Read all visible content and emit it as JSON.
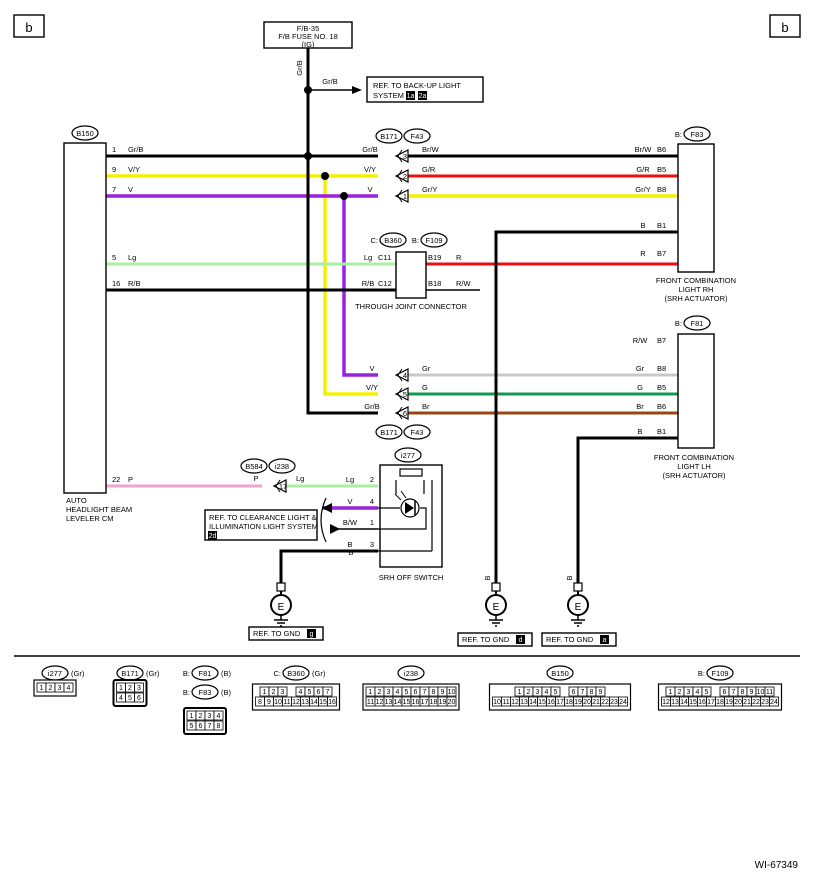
{
  "page_labels": {
    "left": "b",
    "right": "b",
    "footer_id": "WI-67349"
  },
  "fuse": {
    "line1": "F/B-35",
    "line2": "F/B FUSE NO. 18",
    "line3": "(IG)",
    "wire": "Gr/B"
  },
  "backup_ref": {
    "wire": "Gr/B",
    "line1": "REF. TO BACK-UP LIGHT",
    "line2": "SYSTEM",
    "tag1": "1a",
    "tag2": "2a"
  },
  "cm": {
    "connector": "B150",
    "label": [
      "AUTO",
      "HEADLIGHT BEAM",
      "LEVELER CM"
    ],
    "pins": [
      {
        "pin": "1",
        "wire": "Gr/B"
      },
      {
        "pin": "9",
        "wire": "V/Y"
      },
      {
        "pin": "7",
        "wire": "V"
      },
      {
        "pin": "5",
        "wire": "Lg"
      },
      {
        "pin": "16",
        "wire": "R/B"
      },
      {
        "pin": "22",
        "wire": "P"
      }
    ]
  },
  "joint_top": {
    "conn_b": "B171",
    "conn_f": "F43",
    "rows": [
      {
        "left": "Gr/B",
        "pin": "3",
        "right": "Br/W"
      },
      {
        "left": "V/Y",
        "pin": "2",
        "right": "G/R"
      },
      {
        "left": "V",
        "pin": "1",
        "right": "Gr/Y"
      }
    ]
  },
  "joint_bottom": {
    "conn_b": "B171",
    "conn_f": "F43",
    "rows": [
      {
        "left": "V",
        "pin": "4",
        "right": "Gr"
      },
      {
        "left": "V/Y",
        "pin": "5",
        "right": "G"
      },
      {
        "left": "Gr/B",
        "pin": "6",
        "right": "Br"
      }
    ]
  },
  "through_joint": {
    "prefix_c": "C:",
    "conn_c": "B360",
    "prefix_b": "B:",
    "conn_b": "F109",
    "label": "THROUGH JOINT CONNECTOR",
    "rows": [
      {
        "left": "Lg",
        "cpin": "C11",
        "bpin": "B19",
        "right": "R"
      },
      {
        "left": "R/B",
        "cpin": "C12",
        "bpin": "B18",
        "right": "R/W"
      }
    ]
  },
  "rh": {
    "prefix": "B:",
    "connector": "F83",
    "label": [
      "FRONT COMBINATION",
      "LIGHT RH",
      "(SRH ACTUATOR)"
    ],
    "pins": [
      {
        "wire": "Br/W",
        "pin": "B6"
      },
      {
        "wire": "G/R",
        "pin": "B5"
      },
      {
        "wire": "Gr/Y",
        "pin": "B8"
      },
      {
        "wire": "B",
        "pin": "B1"
      },
      {
        "wire": "R",
        "pin": "B7"
      }
    ]
  },
  "lh": {
    "prefix": "B:",
    "connector": "F81",
    "label": [
      "FRONT COMBINATION",
      "LIGHT LH",
      "(SRH ACTUATOR)"
    ],
    "pins": [
      {
        "wire": "R/W",
        "pin": "B7"
      },
      {
        "wire": "Gr",
        "pin": "B8"
      },
      {
        "wire": "G",
        "pin": "B5"
      },
      {
        "wire": "Br",
        "pin": "B6"
      },
      {
        "wire": "B",
        "pin": "B1"
      }
    ]
  },
  "pconn": {
    "conn_a": "B584",
    "conn_b": "i238",
    "pin": "17",
    "left": "P",
    "right": "Lg"
  },
  "switch": {
    "connector": "i277",
    "label": "SRH OFF SWITCH",
    "pins": [
      {
        "wire": "Lg",
        "pin": "2"
      },
      {
        "wire": "V",
        "pin": "4"
      },
      {
        "wire": "B/W",
        "pin": "1"
      },
      {
        "wire": "B",
        "pin": "3"
      }
    ]
  },
  "clearance_ref": {
    "line1": "REF. TO CLEARANCE LIGHT &",
    "line2": "ILLUMINATION LIGHT SYSTEM",
    "tag": "2d"
  },
  "grounds": [
    {
      "symbol": "E",
      "wire": "B",
      "ref": "REF. TO GND",
      "tag": "g"
    },
    {
      "symbol": "E",
      "wire": "B",
      "ref": "REF. TO GND",
      "tag": "d"
    },
    {
      "symbol": "E",
      "wire": "B",
      "ref": "REF. TO GND",
      "tag": "a"
    }
  ],
  "legend": [
    {
      "prefix": "",
      "name": "i277",
      "suffix": "(Gr)",
      "rows": [
        [
          "1",
          "2",
          "3",
          "4"
        ]
      ]
    },
    {
      "prefix": "",
      "name": "B171",
      "suffix": "(Gr)",
      "rows": [
        [
          "1",
          "2",
          "3"
        ],
        [
          "4",
          "5",
          "6"
        ]
      ]
    },
    {
      "prefix": "B:",
      "name": "F81",
      "suffix": "(B)",
      "rows": []
    },
    {
      "prefix": "B:",
      "name": "F83",
      "suffix": "(B)",
      "rows": [
        [
          "1",
          "2",
          "3",
          "4"
        ],
        [
          "5",
          "6",
          "7",
          "8"
        ]
      ]
    },
    {
      "prefix": "C:",
      "name": "B360",
      "suffix": "(Gr)",
      "rows": [
        [
          "1",
          "2",
          "3",
          "",
          "4",
          "5",
          "6",
          "7"
        ],
        [
          "8",
          "9",
          "10",
          "11",
          "12",
          "13",
          "14",
          "15",
          "16"
        ]
      ]
    },
    {
      "prefix": "",
      "name": "i238",
      "suffix": "",
      "rows": [
        [
          "1",
          "2",
          "3",
          "4",
          "5",
          "6",
          "7",
          "8",
          "9",
          "10"
        ],
        [
          "11",
          "12",
          "13",
          "14",
          "15",
          "16",
          "17",
          "18",
          "19",
          "20"
        ]
      ]
    },
    {
      "prefix": "",
      "name": "B150",
      "suffix": "",
      "rows": [
        [
          "1",
          "2",
          "3",
          "4",
          "5",
          "",
          "6",
          "7",
          "8",
          "9"
        ],
        [
          "10",
          "11",
          "12",
          "13",
          "14",
          "15",
          "16",
          "17",
          "18",
          "19",
          "20",
          "21",
          "22",
          "23",
          "24"
        ]
      ]
    },
    {
      "prefix": "B:",
      "name": "F109",
      "suffix": "",
      "rows": [
        [
          "1",
          "2",
          "3",
          "4",
          "5",
          "",
          "6",
          "7",
          "8",
          "9",
          "10",
          "11"
        ],
        [
          "12",
          "13",
          "14",
          "15",
          "16",
          "17",
          "18",
          "19",
          "20",
          "21",
          "22",
          "23",
          "24"
        ]
      ]
    }
  ],
  "colors": {
    "black": "#000000",
    "yellow": "#f5f000",
    "violet": "#9b21e0",
    "light_green": "#a8f0a0",
    "red": "#e81010",
    "green": "#109a50",
    "gray": "#c8c8c8",
    "brown": "#9a4410",
    "pink": "#f2a0d8"
  }
}
